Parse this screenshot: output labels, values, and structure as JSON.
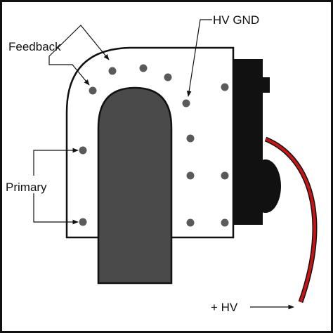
{
  "labels": {
    "feedback": "Feedback",
    "hv_gnd": "HV GND",
    "primary": "Primary",
    "plus_hv": "+ HV"
  },
  "colors": {
    "outline": "#111111",
    "core": "#4a4a4a",
    "pin": "#5a5a5a",
    "connector": "#111111",
    "hv_wire": "#c81414",
    "background": "#ffffff"
  },
  "icons": {
    "pin": "pin-dot-icon",
    "arrow": "arrowhead-icon"
  }
}
